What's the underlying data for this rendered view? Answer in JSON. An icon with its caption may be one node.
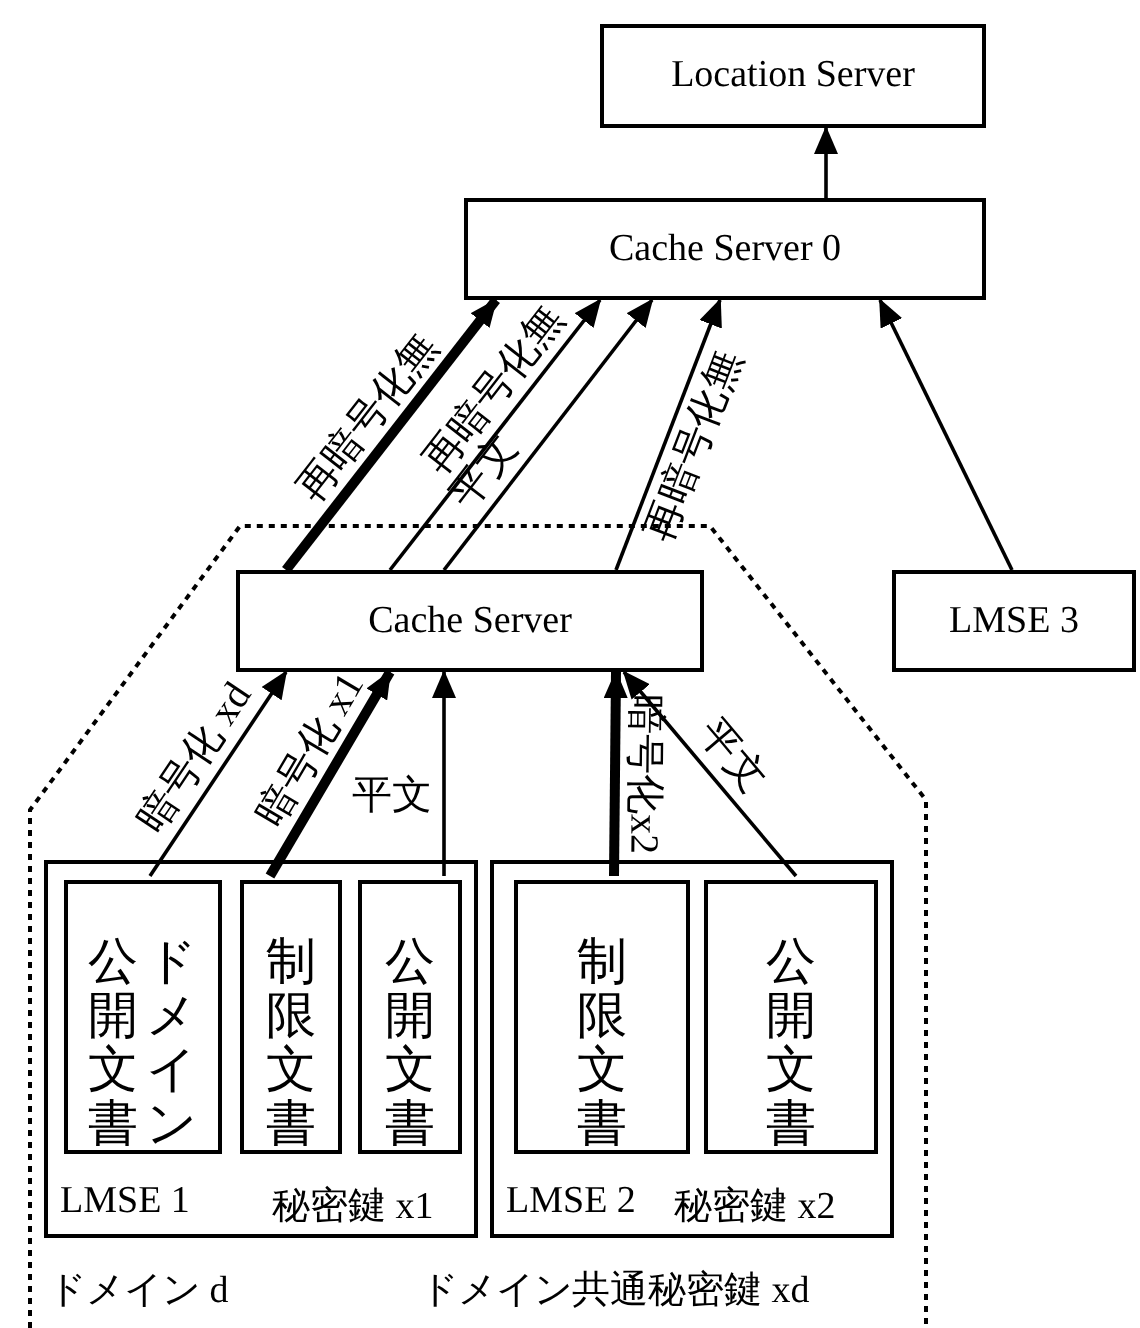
{
  "diagram": {
    "nodes": [
      {
        "text": [
          "Location Server"
        ]
      },
      {
        "text": [
          "Cache Server 0"
        ]
      },
      {
        "text": [
          "ドメイン d",
          "ドメイン共通秘密鍵 xd"
        ]
      },
      {
        "text": [
          "Cache Server"
        ],
        "in": 2
      },
      {
        "text": [
          "LMSE 3"
        ]
      },
      {
        "text": [
          "LMSE 1",
          "秘密鍵 x1"
        ],
        "in": 2
      },
      {
        "text": [
          "ドメイン公開文書"
        ],
        "in": 5
      },
      {
        "text": [
          "制限文書"
        ],
        "in": 5
      },
      {
        "text": [
          "公開文書"
        ],
        "in": 5
      },
      {
        "text": [
          "LMSE 2",
          "秘密鍵 x2"
        ],
        "in": 2
      },
      {
        "text": [
          "制限文書"
        ],
        "in": 9
      },
      {
        "text": [
          "公開文書"
        ],
        "in": 9
      }
    ],
    "edges": [
      {
        "from": 1,
        "to": 0,
        "arrow": "to"
      },
      {
        "from": 6,
        "to": 3,
        "arrow": "to",
        "label": "暗号化 xd"
      },
      {
        "from": 7,
        "to": 3,
        "arrow": "to",
        "label": "暗号化 x1",
        "style": "thick"
      },
      {
        "from": 8,
        "to": 3,
        "arrow": "to",
        "label": "平文"
      },
      {
        "from": 10,
        "to": 3,
        "arrow": "to",
        "label": "暗号化x2",
        "style": "thick"
      },
      {
        "from": 11,
        "to": 3,
        "arrow": "to",
        "label": "平文"
      },
      {
        "from": 3,
        "to": 1,
        "arrow": "to",
        "label": "再暗号化無",
        "style": "thick"
      },
      {
        "from": 3,
        "to": 1,
        "arrow": "to",
        "label": "再暗号化無"
      },
      {
        "from": 3,
        "to": 1,
        "arrow": "to",
        "label": "平文"
      },
      {
        "from": 3,
        "to": 1,
        "arrow": "to",
        "label": "再暗号化無"
      },
      {
        "from": 4,
        "to": 1,
        "arrow": "to"
      }
    ]
  }
}
